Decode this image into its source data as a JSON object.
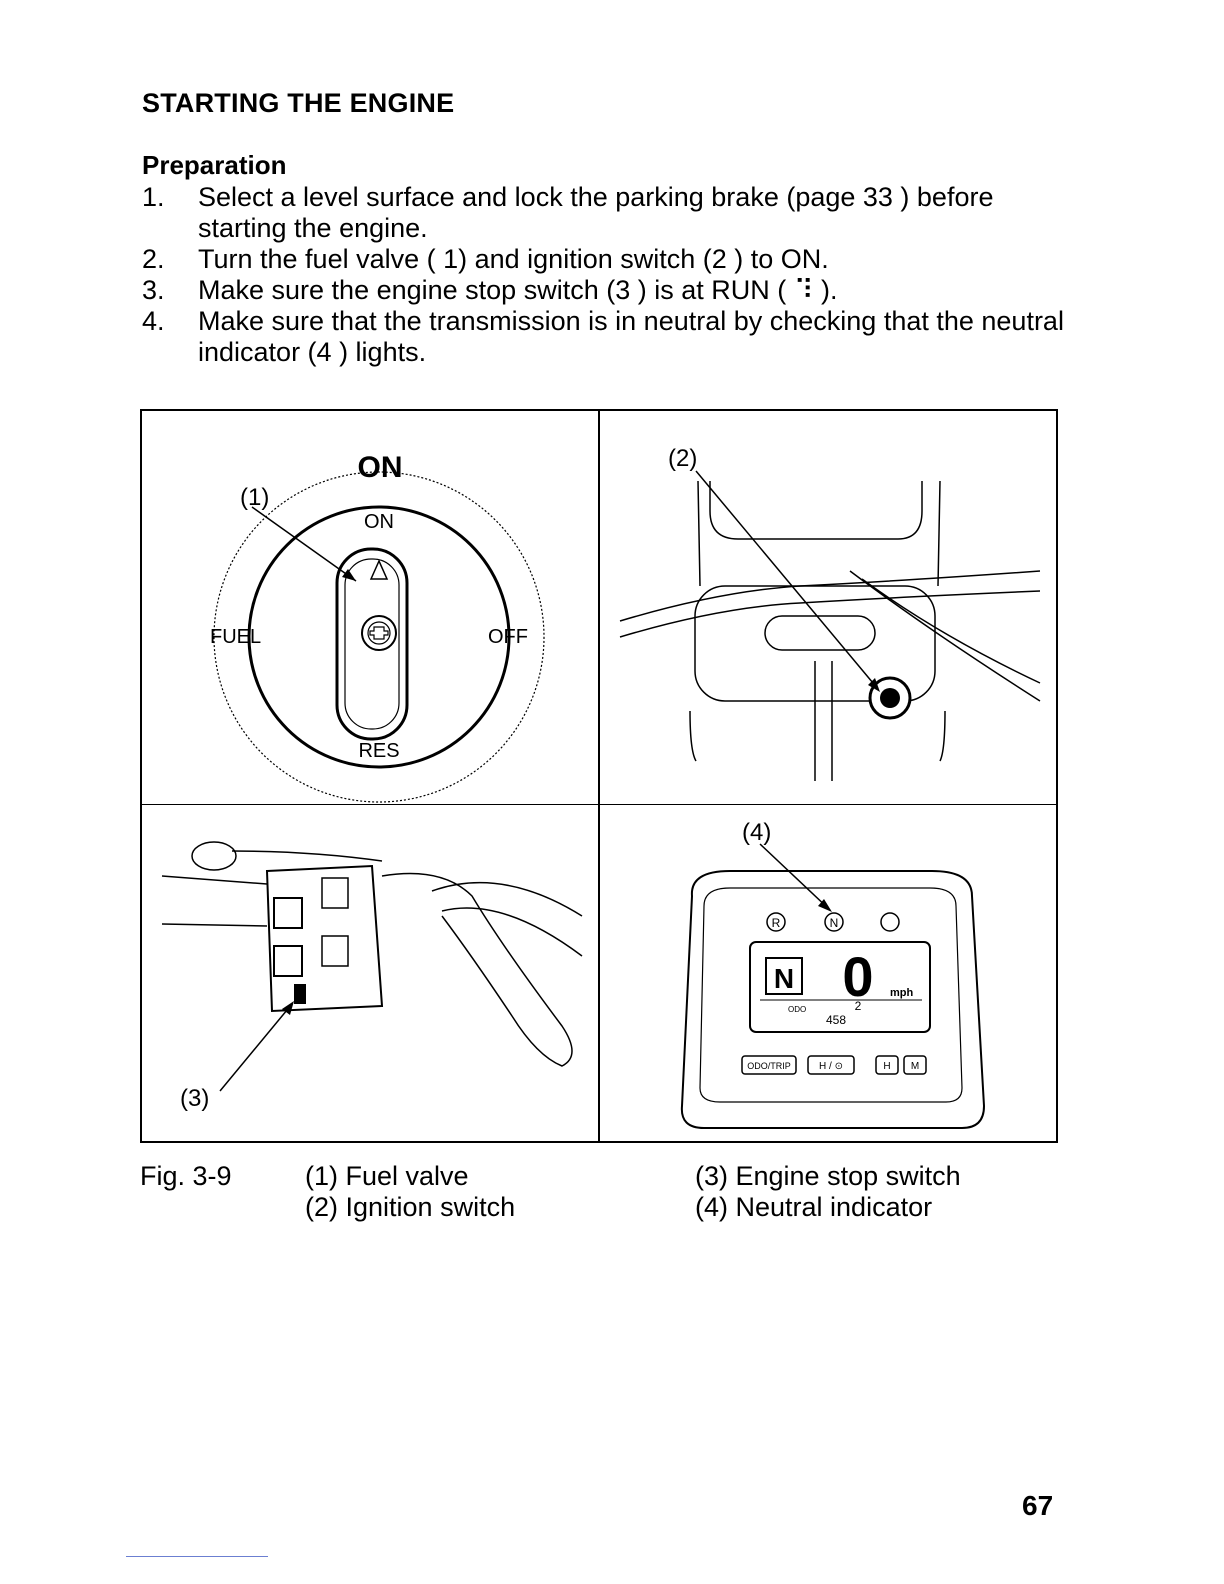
{
  "page": {
    "heading": "STARTING THE ENGINE",
    "subheading": "Preparation",
    "page_number": "67"
  },
  "steps": [
    {
      "num": "1.",
      "text": "Select a level surface and lock the parking brake (page 33 ) before starting the engine."
    },
    {
      "num": "2.",
      "text": "Turn the fuel valve ( 1) and ignition switch (2 ) to ON."
    },
    {
      "num": "3.",
      "text": "Make sure the engine stop switch (3 ) is at RUN (  ⠹  )."
    },
    {
      "num": "4.",
      "text": "Make sure that the transmission is in neutral by checking that the neutral indicator (4 ) lights."
    }
  ],
  "figure": {
    "fuel_valve": {
      "title": "ON",
      "callout": "(1)",
      "label_on": "ON",
      "label_fuel": "FUEL",
      "label_off": "OFF",
      "label_res": "RES"
    },
    "ignition": {
      "callout": "(2)"
    },
    "handlebar": {
      "callout": "(3)"
    },
    "meter": {
      "callout": "(4)",
      "indicator_r": "R",
      "indicator_n": "N",
      "gear": "N",
      "speed": "0",
      "speed_unit": "mph",
      "odo_label": "ODO",
      "odo_value": "458",
      "trip_value": "2",
      "btn_odo": "ODO/TRIP",
      "btn_h0": "H / ⊙",
      "btn_h": "H",
      "btn_m": "M"
    }
  },
  "caption": {
    "fig_label": "Fig. 3-9",
    "items": [
      "(1) Fuel valve",
      "(2) Ignition switch",
      "(3) Engine stop switch",
      "(4) Neutral indicator"
    ]
  }
}
